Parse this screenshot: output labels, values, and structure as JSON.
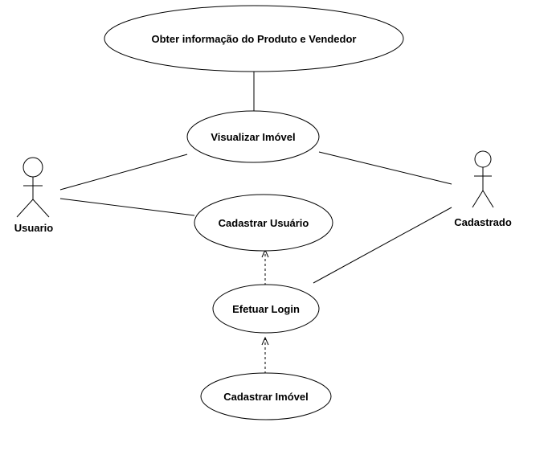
{
  "diagram": {
    "use_cases": {
      "obter_info": "Obter informação do Produto e Vendedor",
      "visualizar_imovel": "Visualizar Imóvel",
      "cadastrar_usuario": "Cadastrar Usuário",
      "efetuar_login": "Efetuar Login",
      "cadastrar_imovel": "Cadastrar Imóvel"
    },
    "actors": {
      "usuario": "Usuario",
      "cadastrado": "Cadastrado"
    }
  }
}
